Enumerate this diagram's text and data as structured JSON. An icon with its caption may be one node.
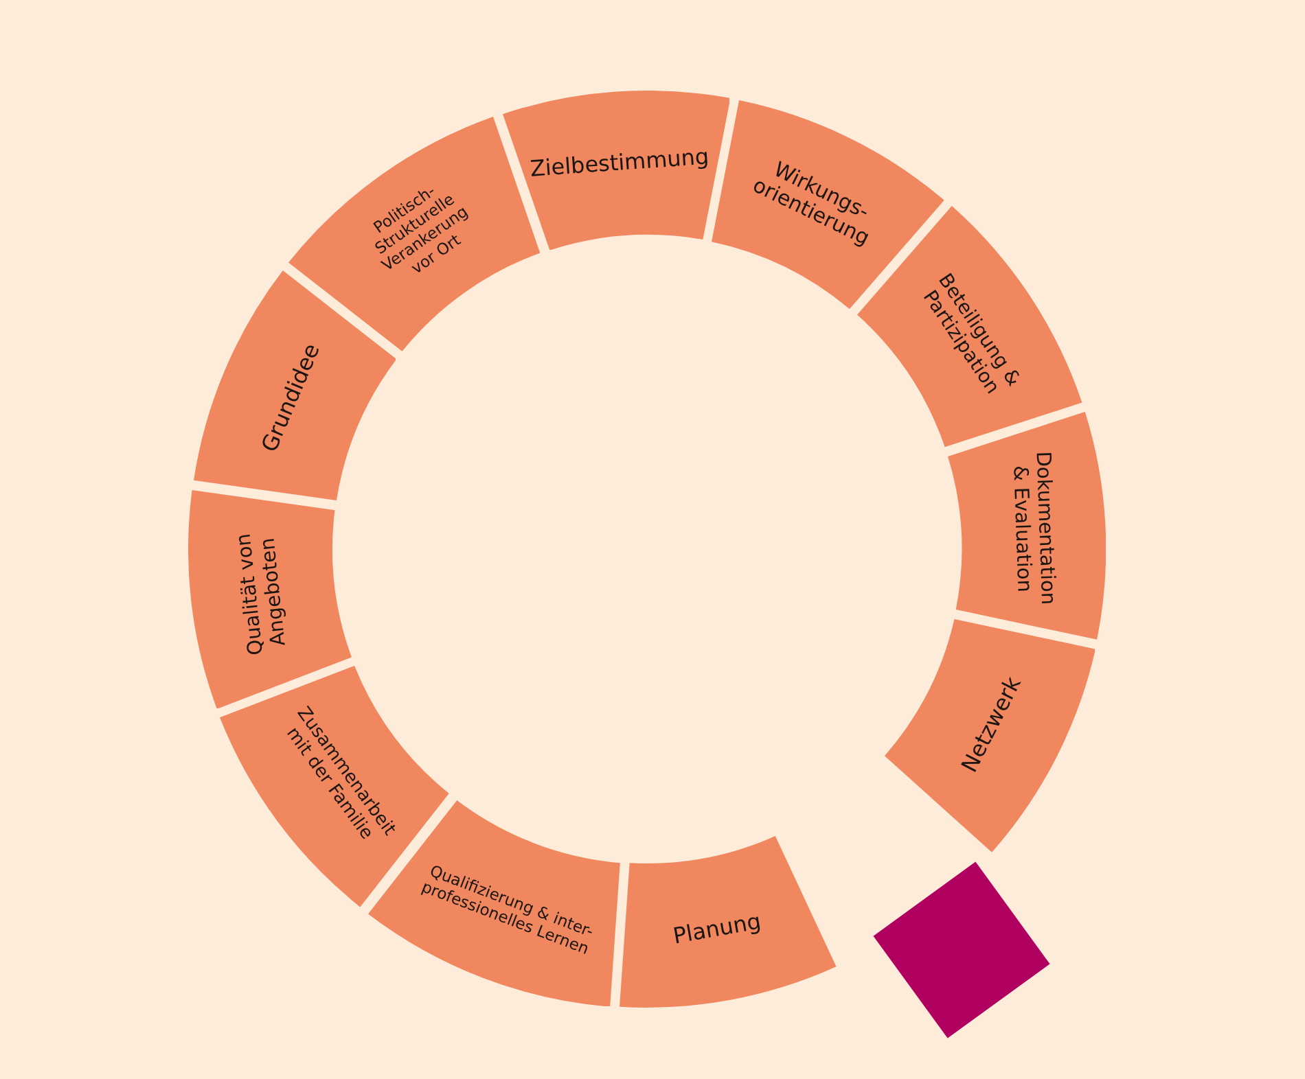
{
  "diagram": {
    "nodes": [
      {
        "text": [
          "Grundidee"
        ]
      },
      {
        "text": [
          "Politisch- Strukturelle Verankerung vor Ort"
        ]
      },
      {
        "text": [
          "Zielbestimmung"
        ]
      },
      {
        "text": [
          "Wirkungs- orientierung"
        ]
      },
      {
        "text": [
          "Beteiligung & Partizipation"
        ]
      },
      {
        "text": [
          "Dokumentation & Evaluation"
        ]
      },
      {
        "text": [
          "Netzwerk"
        ]
      },
      {
        "text": [
          "Planung"
        ]
      },
      {
        "text": [
          "Qualifizierung & inter- professionelles Lernen"
        ]
      },
      {
        "text": [
          "Zusammenarbeit mit der Familie"
        ]
      },
      {
        "text": [
          "Qualität von Angeboten"
        ]
      },
      {
        "text": [],
        "shape": "box"
      }
    ]
  }
}
